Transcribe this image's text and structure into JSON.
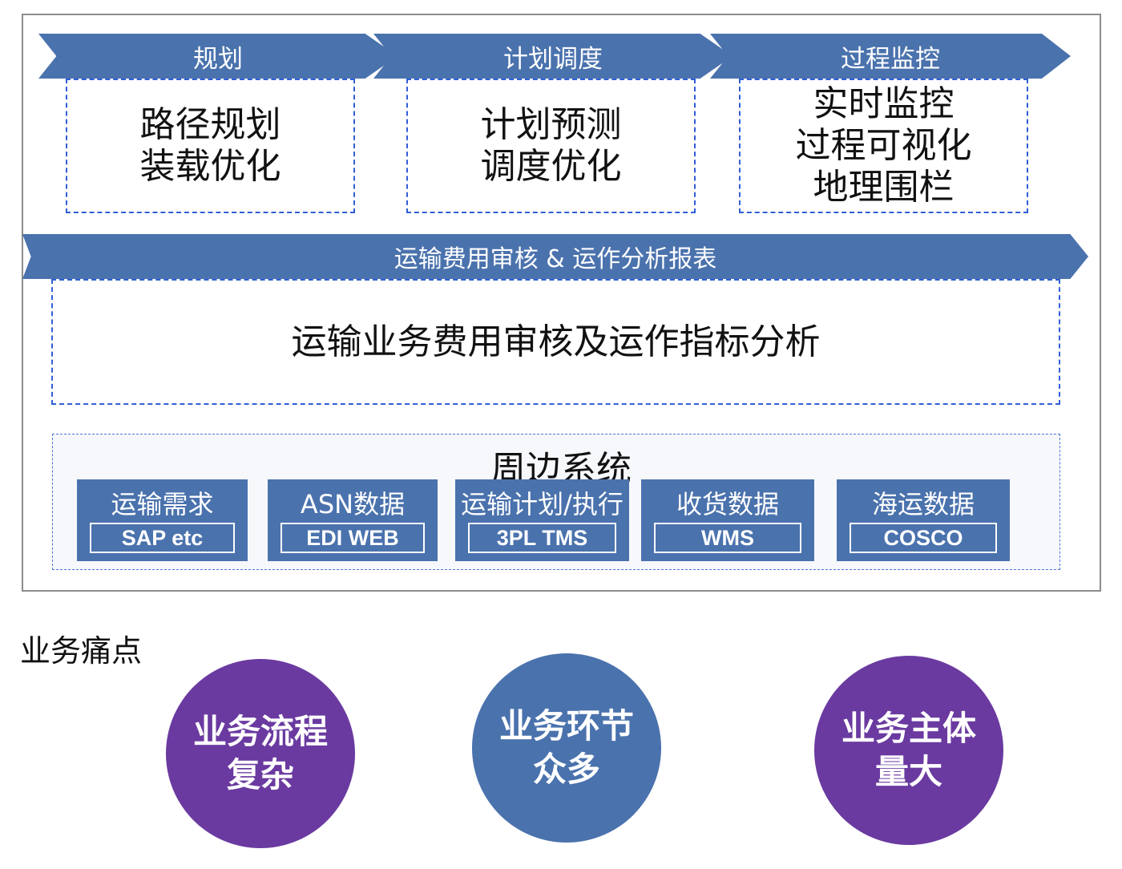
{
  "stages": [
    {
      "title": "规划",
      "lines": [
        "路径规划",
        "装载优化"
      ]
    },
    {
      "title": "计划调度",
      "lines": [
        "计划预测",
        "调度优化"
      ]
    },
    {
      "title": "过程监控",
      "lines": [
        "实时监控",
        "过程可视化",
        "地理围栏"
      ]
    }
  ],
  "analysis": {
    "banner": "运输费用审核 & 运作分析报表",
    "text": "运输业务费用审核及运作指标分析"
  },
  "peripheral": {
    "title": "周边系统",
    "systems": [
      {
        "name": "运输需求",
        "tag": "SAP etc"
      },
      {
        "name": "ASN数据",
        "tag": "EDI WEB"
      },
      {
        "name": "运输计划/执行",
        "tag": "3PL TMS"
      },
      {
        "name": "收货数据",
        "tag": "WMS"
      },
      {
        "name": "海运数据",
        "tag": "COSCO"
      }
    ]
  },
  "pain_points": {
    "title": "业务痛点",
    "items": [
      {
        "lines": [
          "业务流程",
          "复杂"
        ],
        "color": "#6a3aa0"
      },
      {
        "lines": [
          "业务环节",
          "众多"
        ],
        "color": "#4a72ad"
      },
      {
        "lines": [
          "业务主体",
          "量大"
        ],
        "color": "#6a3aa0"
      }
    ]
  },
  "colors": {
    "banner": "#4a72ad",
    "dash": "#2f5fd6",
    "purple": "#6a3aa0"
  }
}
